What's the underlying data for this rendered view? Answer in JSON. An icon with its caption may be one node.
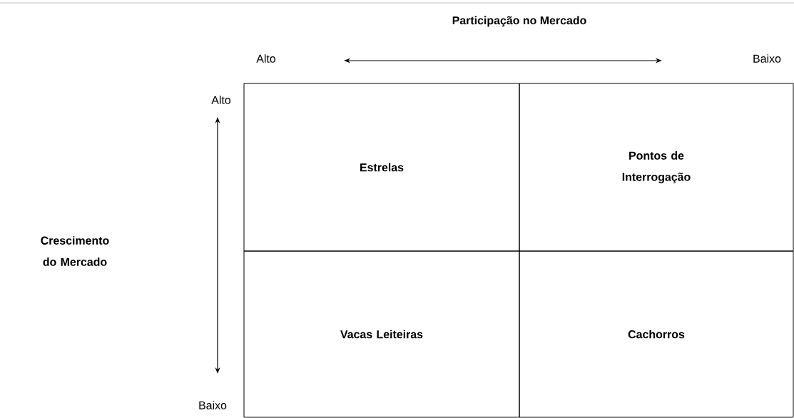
{
  "diagram": {
    "nodes": [
      {
        "text": [
          "Estrelas"
        ]
      },
      {
        "text": [
          "Pontos de Interrogação"
        ]
      },
      {
        "text": [
          "Vacas Leiteiras"
        ]
      },
      {
        "text": [
          "Cachorros"
        ]
      }
    ],
    "labels": [
      "Participação no Mercado",
      "Alto",
      "Baixo",
      "Alto",
      "Crescimento do Mercado",
      "Baixo"
    ]
  }
}
